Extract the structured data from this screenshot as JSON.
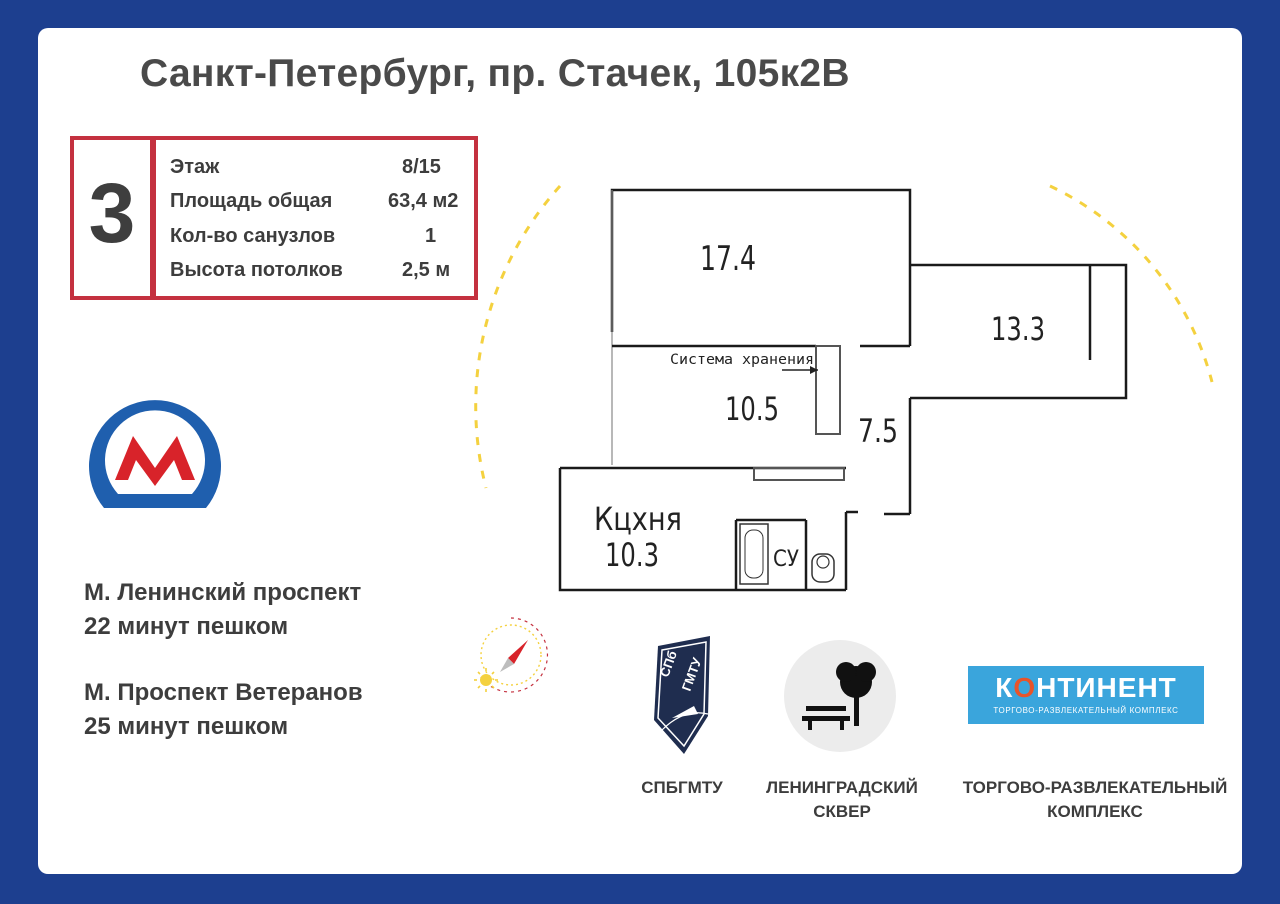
{
  "title": "Санкт-Петербург, пр. Стачек, 105к2В",
  "info": {
    "rooms": "3",
    "rows": [
      {
        "label": "Этаж",
        "value": "8/15"
      },
      {
        "label": "Площадь общая",
        "value": "63,4 м2"
      },
      {
        "label": "Кол-во санузлов",
        "value": "1"
      },
      {
        "label": "Высота потолков",
        "value": "2,5 м"
      }
    ]
  },
  "metro": {
    "logo_letter": "M",
    "stations": [
      {
        "name": "М. Ленинский проспект",
        "walk": "22 минут пешком"
      },
      {
        "name": "М. Проспект Ветеранов",
        "walk": "25 минут пешком"
      }
    ]
  },
  "plan": {
    "room_a": "17.4",
    "room_b": "13.3",
    "room_c": "10.5",
    "hall": "7.5",
    "kitchen_label": "Кцхня",
    "kitchen_area": "10.3",
    "bath_label": "СУ",
    "storage_label": "Система хранения"
  },
  "landmarks": [
    {
      "label_line1": "СПБГМТУ",
      "label_line2": "",
      "icon": "university-shield-icon",
      "icon_text_a": "СПб",
      "icon_text_b": "ГМТУ"
    },
    {
      "label_line1": "ЛЕНИНГРАДСКИЙ",
      "label_line2": "СКВЕР",
      "icon": "park-bench-tree-icon"
    },
    {
      "label_line1": "ТОРГОВО-РАЗВЛЕКАТЕЛЬНЫЙ",
      "label_line2": "КОМПЛЕКС",
      "icon": "kontinent-logo"
    }
  ],
  "kontinent": {
    "brand_pre": "К",
    "brand_o": "О",
    "brand_post": "НТИНЕНТ",
    "subtitle": "ТОРГОВО-РАЗВЛЕКАТЕЛЬНЫЙ КОМПЛЕКС"
  },
  "colors": {
    "background": "#1d3f8f",
    "accent_red": "#c4313f",
    "metro_blue": "#1f5fae",
    "metro_red": "#d8232a",
    "sun_yellow": "#f4d13f",
    "kontinent_blue": "#3aa5dc"
  }
}
